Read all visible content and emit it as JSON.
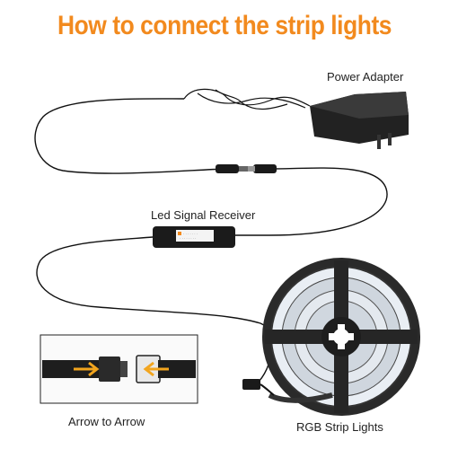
{
  "title": "How to connect the strip lights",
  "labels": {
    "power_adapter": "Power Adapter",
    "led_signal_receiver": "Led Signal Receiver",
    "arrow_to_arrow": "Arrow to Arrow",
    "rgb_strip_lights": "RGB Strip Lights"
  },
  "colors": {
    "title": "#f28a1e",
    "arrow": "#f2a51e",
    "device": "#1a1a1a",
    "cable": "#111111"
  }
}
